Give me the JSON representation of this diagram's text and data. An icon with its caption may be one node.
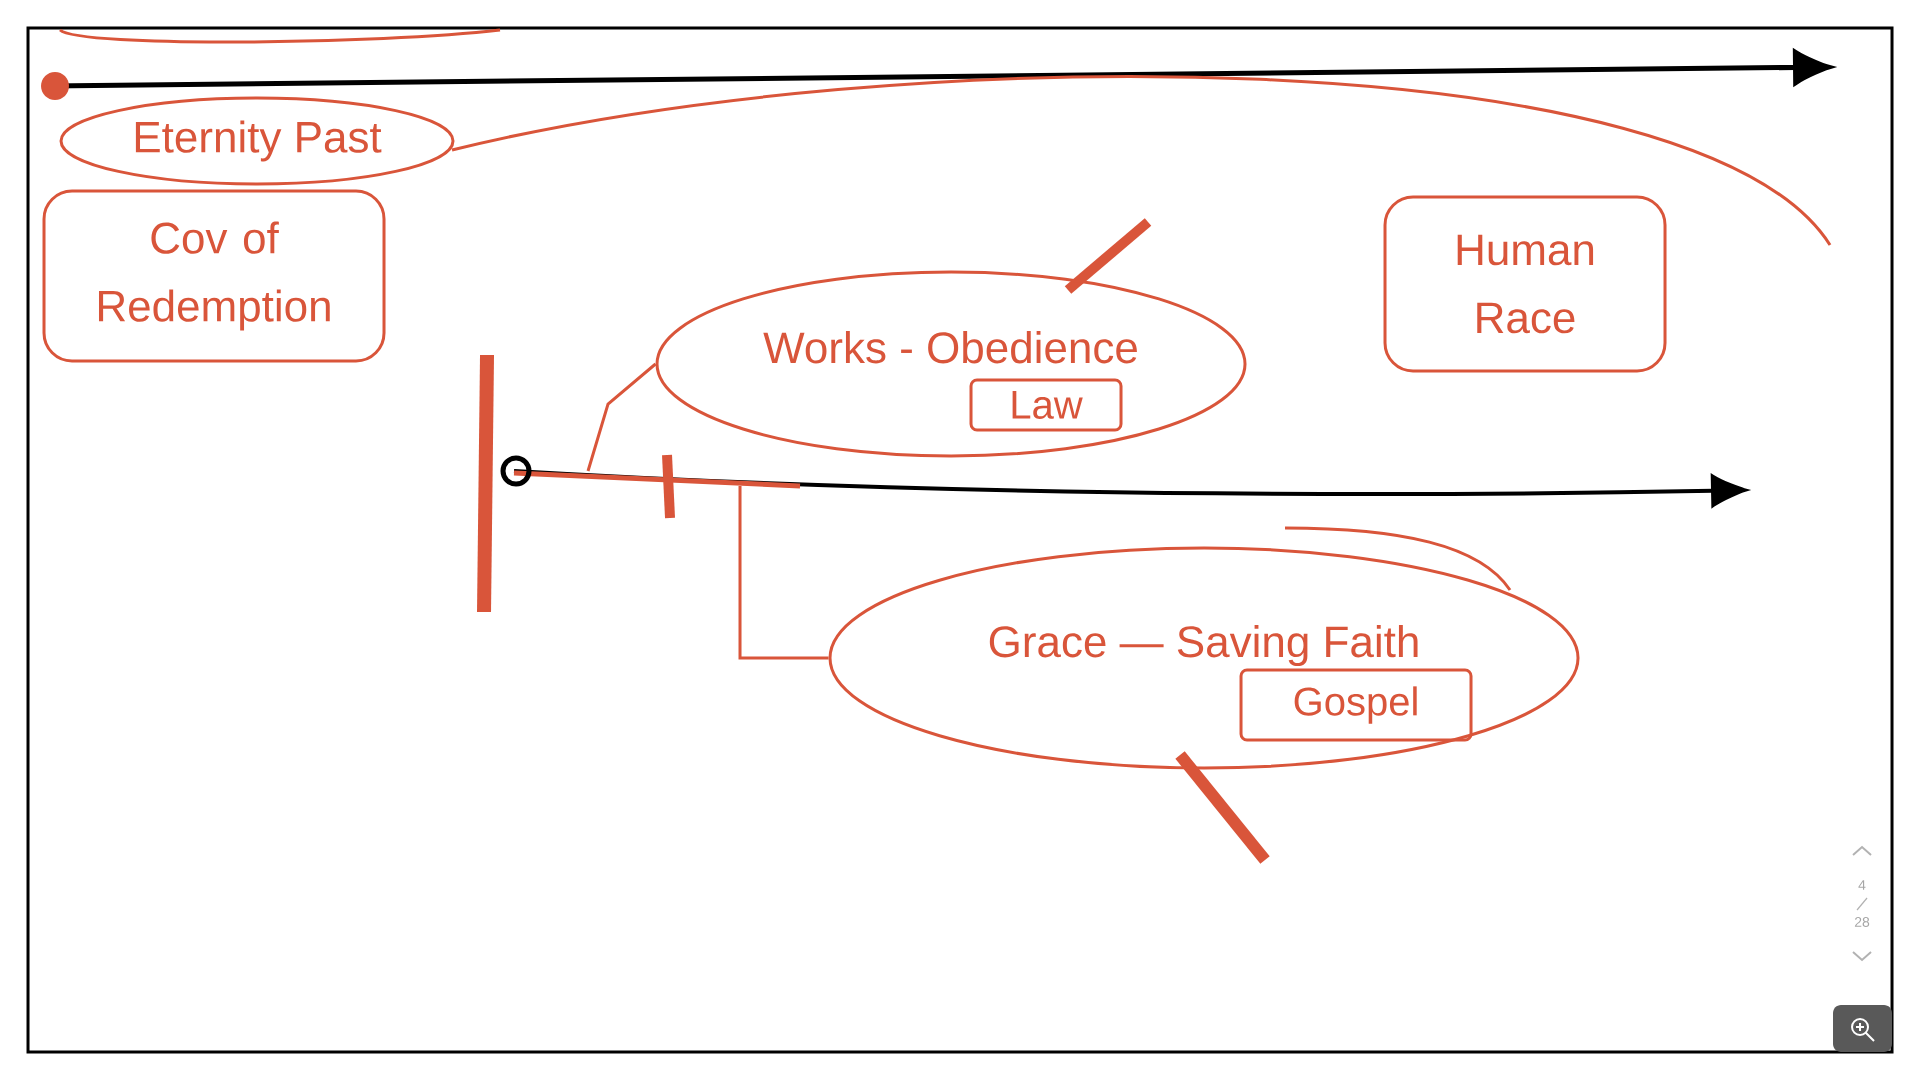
{
  "diagram": {
    "nodes": [
      {
        "text": [
          "Eternity Past"
        ]
      },
      {
        "text": [
          "Cov of Redemption"
        ]
      },
      {
        "text": [
          "Human Race"
        ]
      },
      {
        "text": [
          "Works - Obedience"
        ]
      },
      {
        "text": [
          "Law"
        ],
        "in": 3
      },
      {
        "text": [
          "Grace — Saving Faith"
        ]
      },
      {
        "text": [
          "Gospel"
        ],
        "in": 5
      }
    ],
    "edges": [
      {
        "from": null,
        "to": 3,
        "arrow": "none"
      },
      {
        "from": null,
        "to": 5,
        "arrow": "none"
      }
    ],
    "labels": [
      "4",
      "28"
    ]
  }
}
